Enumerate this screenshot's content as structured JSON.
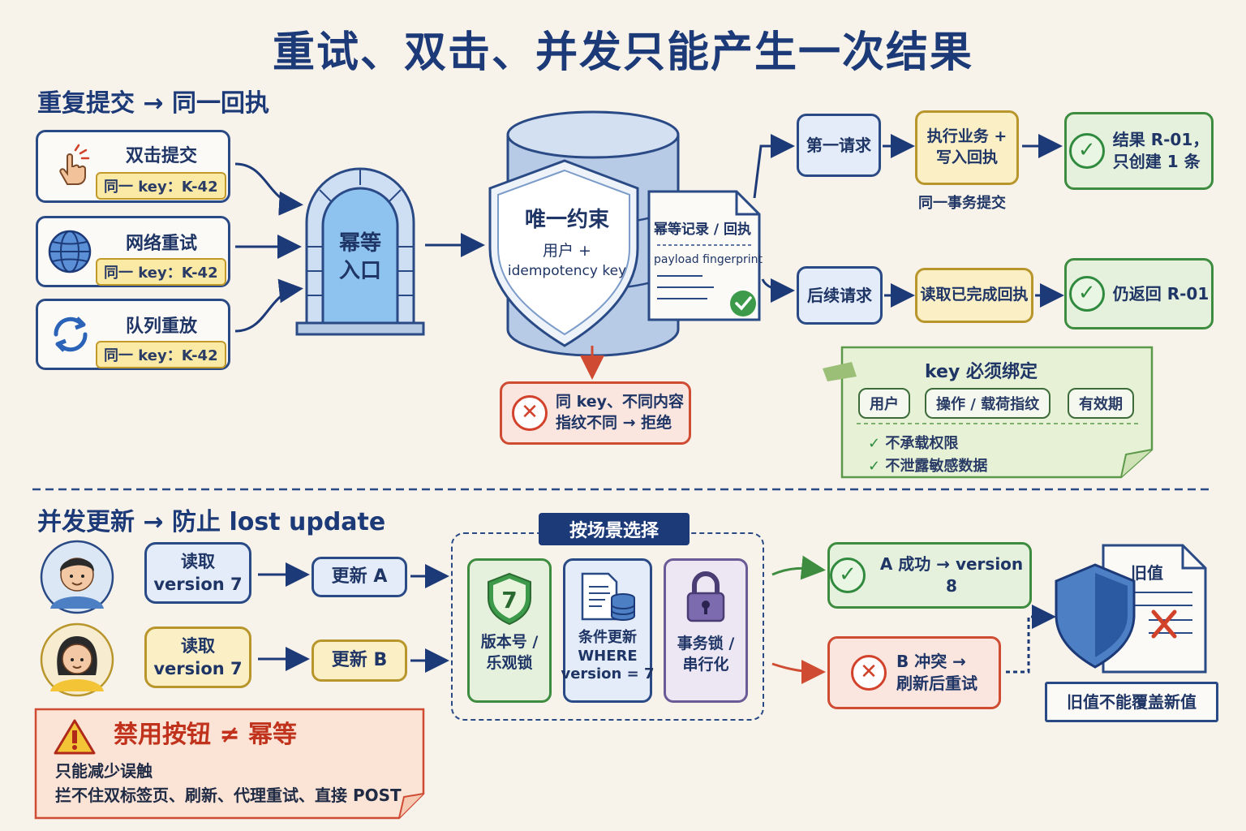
{
  "title": "重试、双击、并发只能产生一次结果",
  "section1": {
    "title": "重复提交 → 同一回执",
    "sources": [
      {
        "label": "双击提交",
        "key": "同一 key：K-42",
        "icon": "tap-hand-icon"
      },
      {
        "label": "网络重试",
        "key": "同一 key：K-42",
        "icon": "globe-icon"
      },
      {
        "label": "队列重放",
        "key": "同一 key：K-42",
        "icon": "refresh-icon"
      }
    ],
    "gate_label": "幂等\n入口",
    "shield": {
      "title": "唯一约束",
      "line1": "用户 +",
      "line2": "idempotency key"
    },
    "record": {
      "title": "幂等记录 / 回执",
      "fingerprint": "payload fingerprint"
    },
    "reject": {
      "line1": "同 key、不同内容",
      "line2": "指纹不同 → 拒绝"
    },
    "first_request": "第一请求",
    "execute": "执行业务 +\n写入回执",
    "same_tx": "同一事务提交",
    "result1": "结果 R-01，\n只创建 1 条",
    "later_request": "后续请求",
    "read_done": "读取已完成回执",
    "result2": "仍返回 R-01",
    "note": {
      "title": "key 必须绑定",
      "pills": [
        "用户",
        "操作 / 载荷指纹",
        "有效期"
      ],
      "checks": [
        "不承载权限",
        "不泄露敏感数据"
      ]
    }
  },
  "section2": {
    "title": "并发更新 → 防止 lost update",
    "userA": {
      "read": "读取\nversion 7",
      "update": "更新 A"
    },
    "userB": {
      "read": "读取\nversion 7",
      "update": "更新 B"
    },
    "choose_label": "按场景选择",
    "options": [
      {
        "label": "版本号 /\n乐观锁",
        "icon": "version-shield-icon",
        "badge": "7"
      },
      {
        "label": "条件更新\nWHERE\nversion = 7",
        "icon": "document-database-icon"
      },
      {
        "label": "事务锁 /\n串行化",
        "icon": "padlock-icon"
      }
    ],
    "success": "A 成功 → version 8",
    "conflict": "B 冲突 →\n刷新后重试",
    "old_value_doc": "旧值",
    "old_value_caption": "旧值不能覆盖新值",
    "warning": {
      "title": "禁用按钮 ≠ 幂等",
      "line1": "只能减少误触",
      "line2": "拦不住双标签页、刷新、代理重试、直接 POST"
    }
  },
  "colors": {
    "navy": "#1d3a78",
    "green": "#2f8a3e",
    "red": "#d2412a",
    "gold": "#c19a2a"
  }
}
